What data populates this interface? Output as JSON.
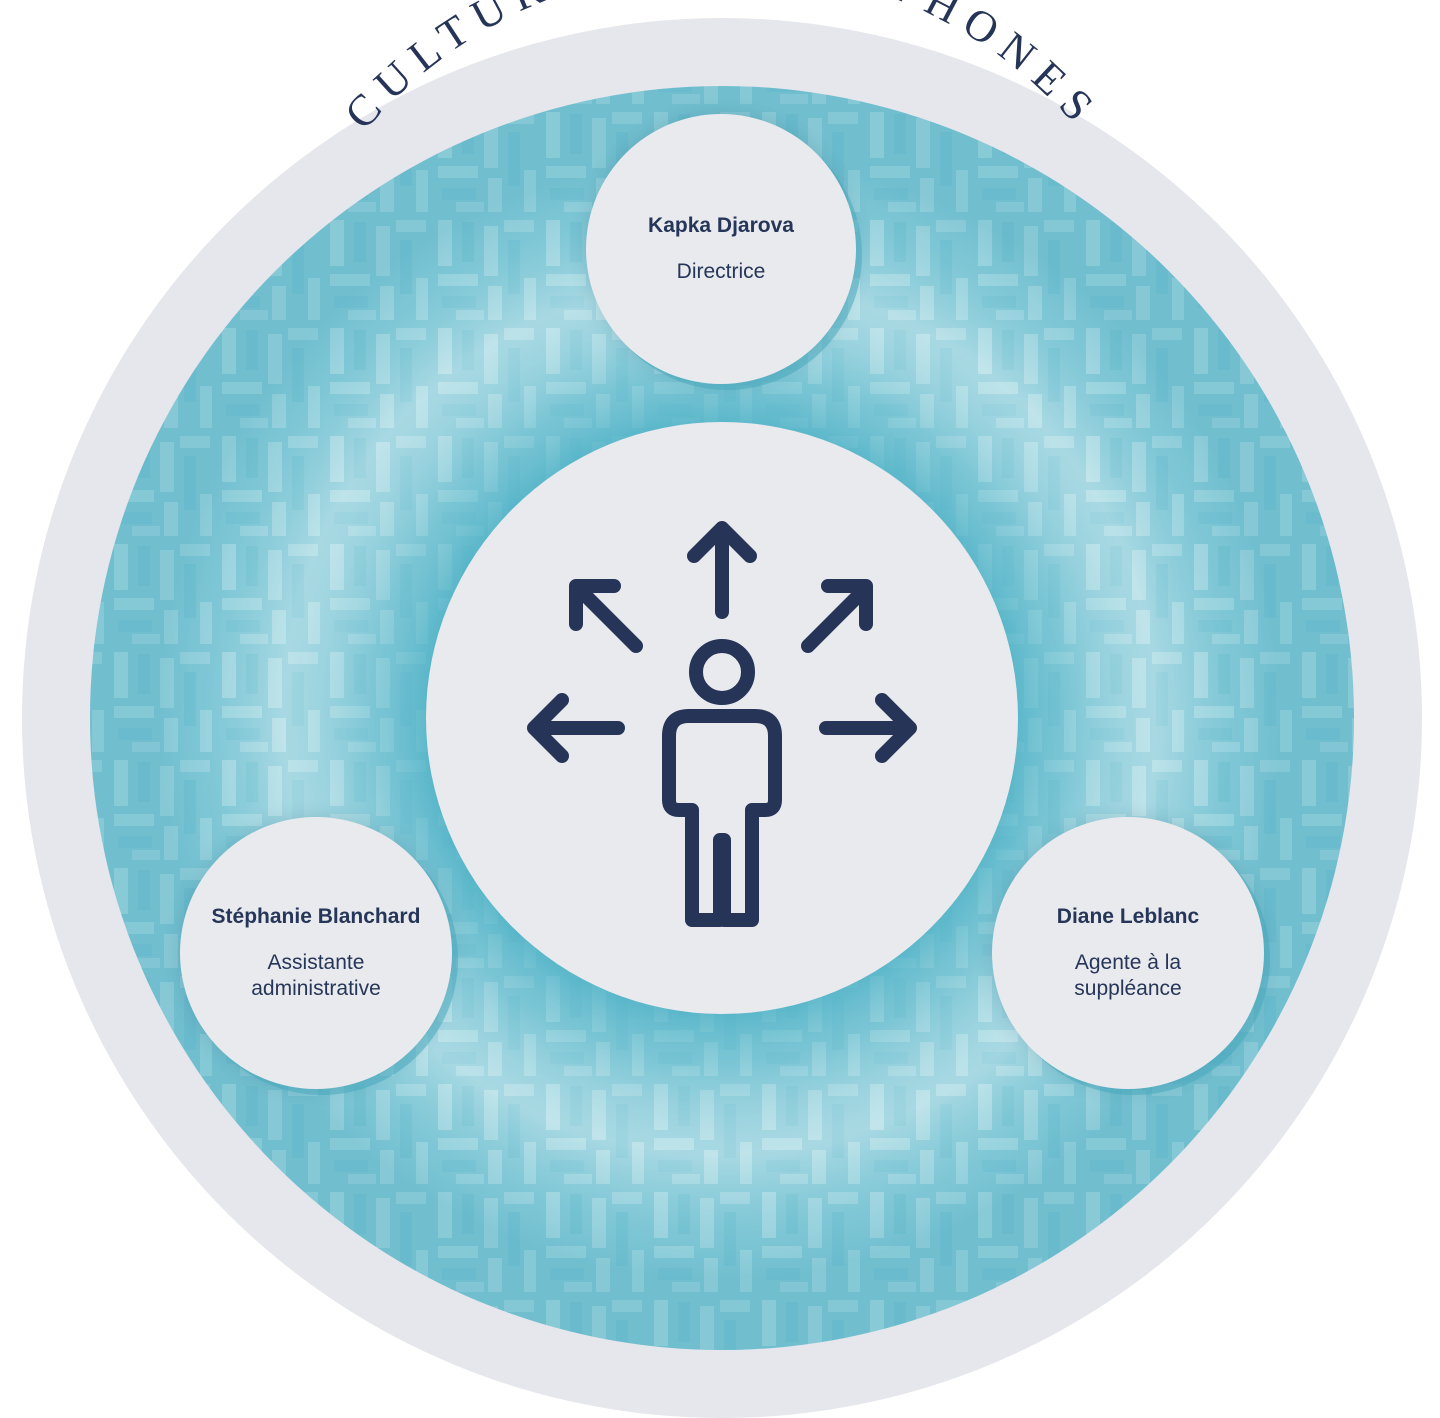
{
  "title": "CULTURES FRANCOPHONES",
  "colors": {
    "outer_ring": "#e5e7ec",
    "teal_light": "#a9d8e2",
    "teal_mid": "#7fc7d6",
    "teal_dark": "#53b3c8",
    "node_fill": "#e9eaee",
    "text": "#263659",
    "icon": "#253457"
  },
  "center_icon": "person-with-arrows-icon",
  "members": [
    {
      "name": "Kapka Djarova",
      "role": "Directrice"
    },
    {
      "name": "Stéphanie Blanchard",
      "role": "Assistante administrative"
    },
    {
      "name": "Diane Leblanc",
      "role": "Agente à la suppléance"
    }
  ]
}
